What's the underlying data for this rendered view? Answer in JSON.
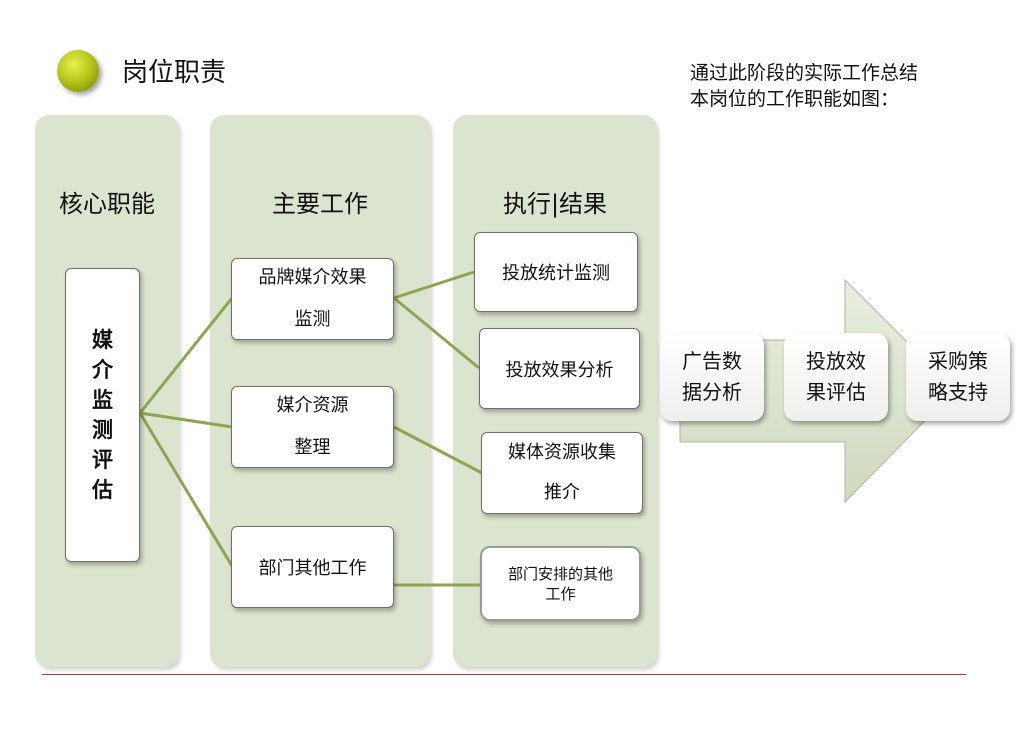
{
  "header": {
    "title": "岗位职责",
    "intro_lines": [
      "通过此阶段的实际工作总结",
      "本岗位的工作职能如图："
    ]
  },
  "columns": {
    "core": {
      "title": "核心职能",
      "item_chars": [
        "媒",
        "介",
        "监",
        "测",
        "评",
        "估"
      ]
    },
    "main_work": {
      "title": "主要工作",
      "items": [
        {
          "line1": "品牌媒介效果",
          "line2": "监测"
        },
        {
          "line1": "媒介资源",
          "line2": "整理"
        },
        {
          "line1": "部门其他工作",
          "line2": ""
        }
      ]
    },
    "results": {
      "title": "执行|结果",
      "items": [
        {
          "line1": "投放统计监测",
          "line2": ""
        },
        {
          "line1": "投放效果分析",
          "line2": ""
        },
        {
          "line1": "媒体资源收集",
          "line2": "推介"
        },
        {
          "line1": "部门安排的其他",
          "line2": "工作"
        }
      ]
    }
  },
  "process": {
    "steps": [
      {
        "line1": "广告数",
        "line2": "据分析"
      },
      {
        "line1": "投放效",
        "line2": "果评估"
      },
      {
        "line1": "采购策",
        "line2": "略支持"
      }
    ]
  },
  "colors": {
    "column_bg": "#dbe4cf",
    "connector": "#8aa650",
    "arrow_fill": "#dce5d0",
    "divider": "#b8323a"
  }
}
